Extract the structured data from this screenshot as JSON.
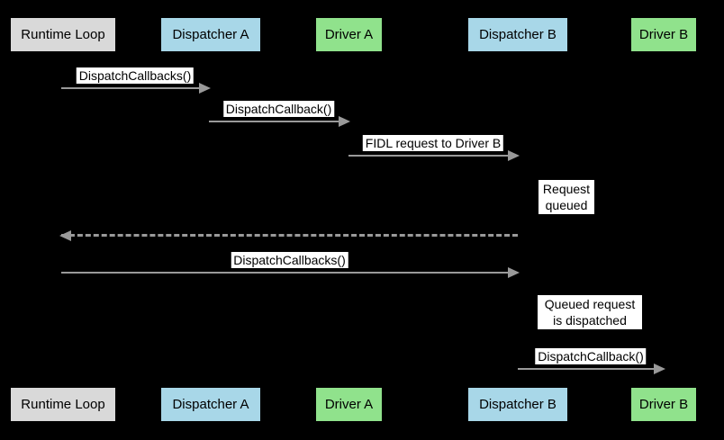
{
  "diagram": {
    "type": "sequence",
    "background_color": "#000000",
    "arrow_color": "#999999",
    "label_bg_color": "#ffffff",
    "label_text_color": "#000000",
    "actors": [
      {
        "id": "runtime-loop",
        "label": "Runtime Loop",
        "color": "#d9d9d9"
      },
      {
        "id": "dispatcher-a",
        "label": "Dispatcher A",
        "color": "#a8d7e8"
      },
      {
        "id": "driver-a",
        "label": "Driver A",
        "color": "#90e28c"
      },
      {
        "id": "dispatcher-b",
        "label": "Dispatcher B",
        "color": "#a8d7e8"
      },
      {
        "id": "driver-b",
        "label": "Driver B",
        "color": "#90e28c"
      }
    ],
    "messages": [
      {
        "label": "DispatchCallbacks()",
        "from": "runtime-loop",
        "to": "dispatcher-a",
        "style": "solid",
        "direction": "right"
      },
      {
        "label": "DispatchCallback()",
        "from": "dispatcher-a",
        "to": "driver-a",
        "style": "solid",
        "direction": "right"
      },
      {
        "label": "FIDL request to Driver B",
        "from": "driver-a",
        "to": "dispatcher-b",
        "style": "solid",
        "direction": "right"
      },
      {
        "label": "",
        "from": "dispatcher-b",
        "to": "runtime-loop",
        "style": "dashed",
        "direction": "left"
      },
      {
        "label": "DispatchCallbacks()",
        "from": "runtime-loop",
        "to": "dispatcher-b",
        "style": "solid",
        "direction": "right"
      },
      {
        "label": "DispatchCallback()",
        "from": "dispatcher-b",
        "to": "driver-b",
        "style": "solid",
        "direction": "right"
      }
    ],
    "notes": [
      {
        "lines": [
          "Request",
          "queued"
        ],
        "attached_to": "dispatcher-b"
      },
      {
        "lines": [
          "Queued request",
          "is dispatched"
        ],
        "attached_to": "dispatcher-b"
      }
    ]
  }
}
